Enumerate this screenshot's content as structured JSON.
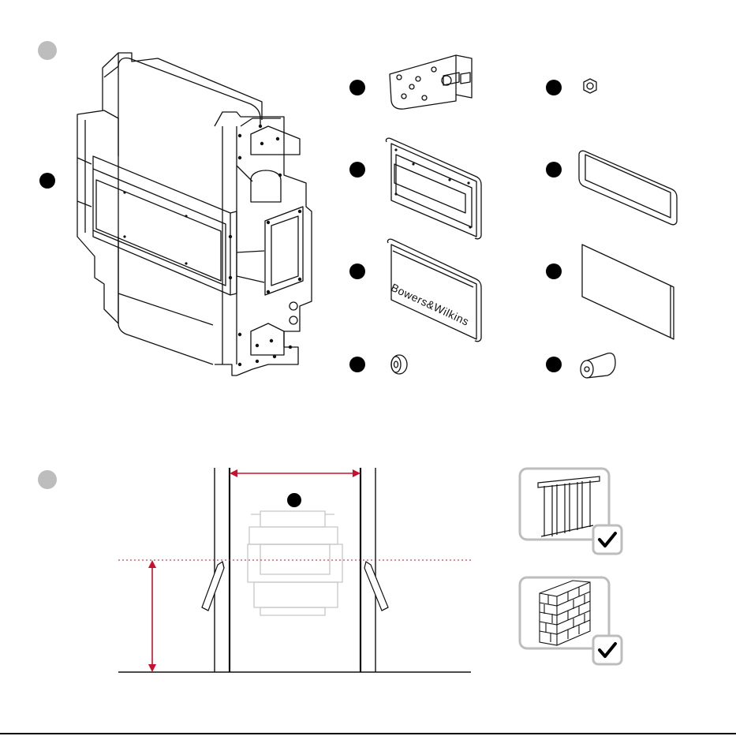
{
  "step_markers": [
    "step-1",
    "step-2"
  ],
  "parts": [
    {
      "name": "speaker-back-box"
    },
    {
      "name": "mounting-bracket"
    },
    {
      "name": "mounting-plate"
    },
    {
      "name": "logo-grille"
    },
    {
      "name": "washer"
    },
    {
      "name": "nut"
    },
    {
      "name": "gasket-frame"
    },
    {
      "name": "blank-plate"
    },
    {
      "name": "spacer-tube"
    }
  ],
  "logo_grille": {
    "brand_text": "Bowers&Wilkins"
  },
  "wall_types": [
    {
      "name": "stud-wall",
      "status": "check"
    },
    {
      "name": "brick-wall",
      "status": "check"
    }
  ],
  "colors": {
    "dimension_line": "#c8102e",
    "marker_fill": "#000000",
    "step_marker_fill": "#bdbdbd",
    "panel_border": "#bdbdbd",
    "ghost_speaker": "#c7c7c7"
  }
}
